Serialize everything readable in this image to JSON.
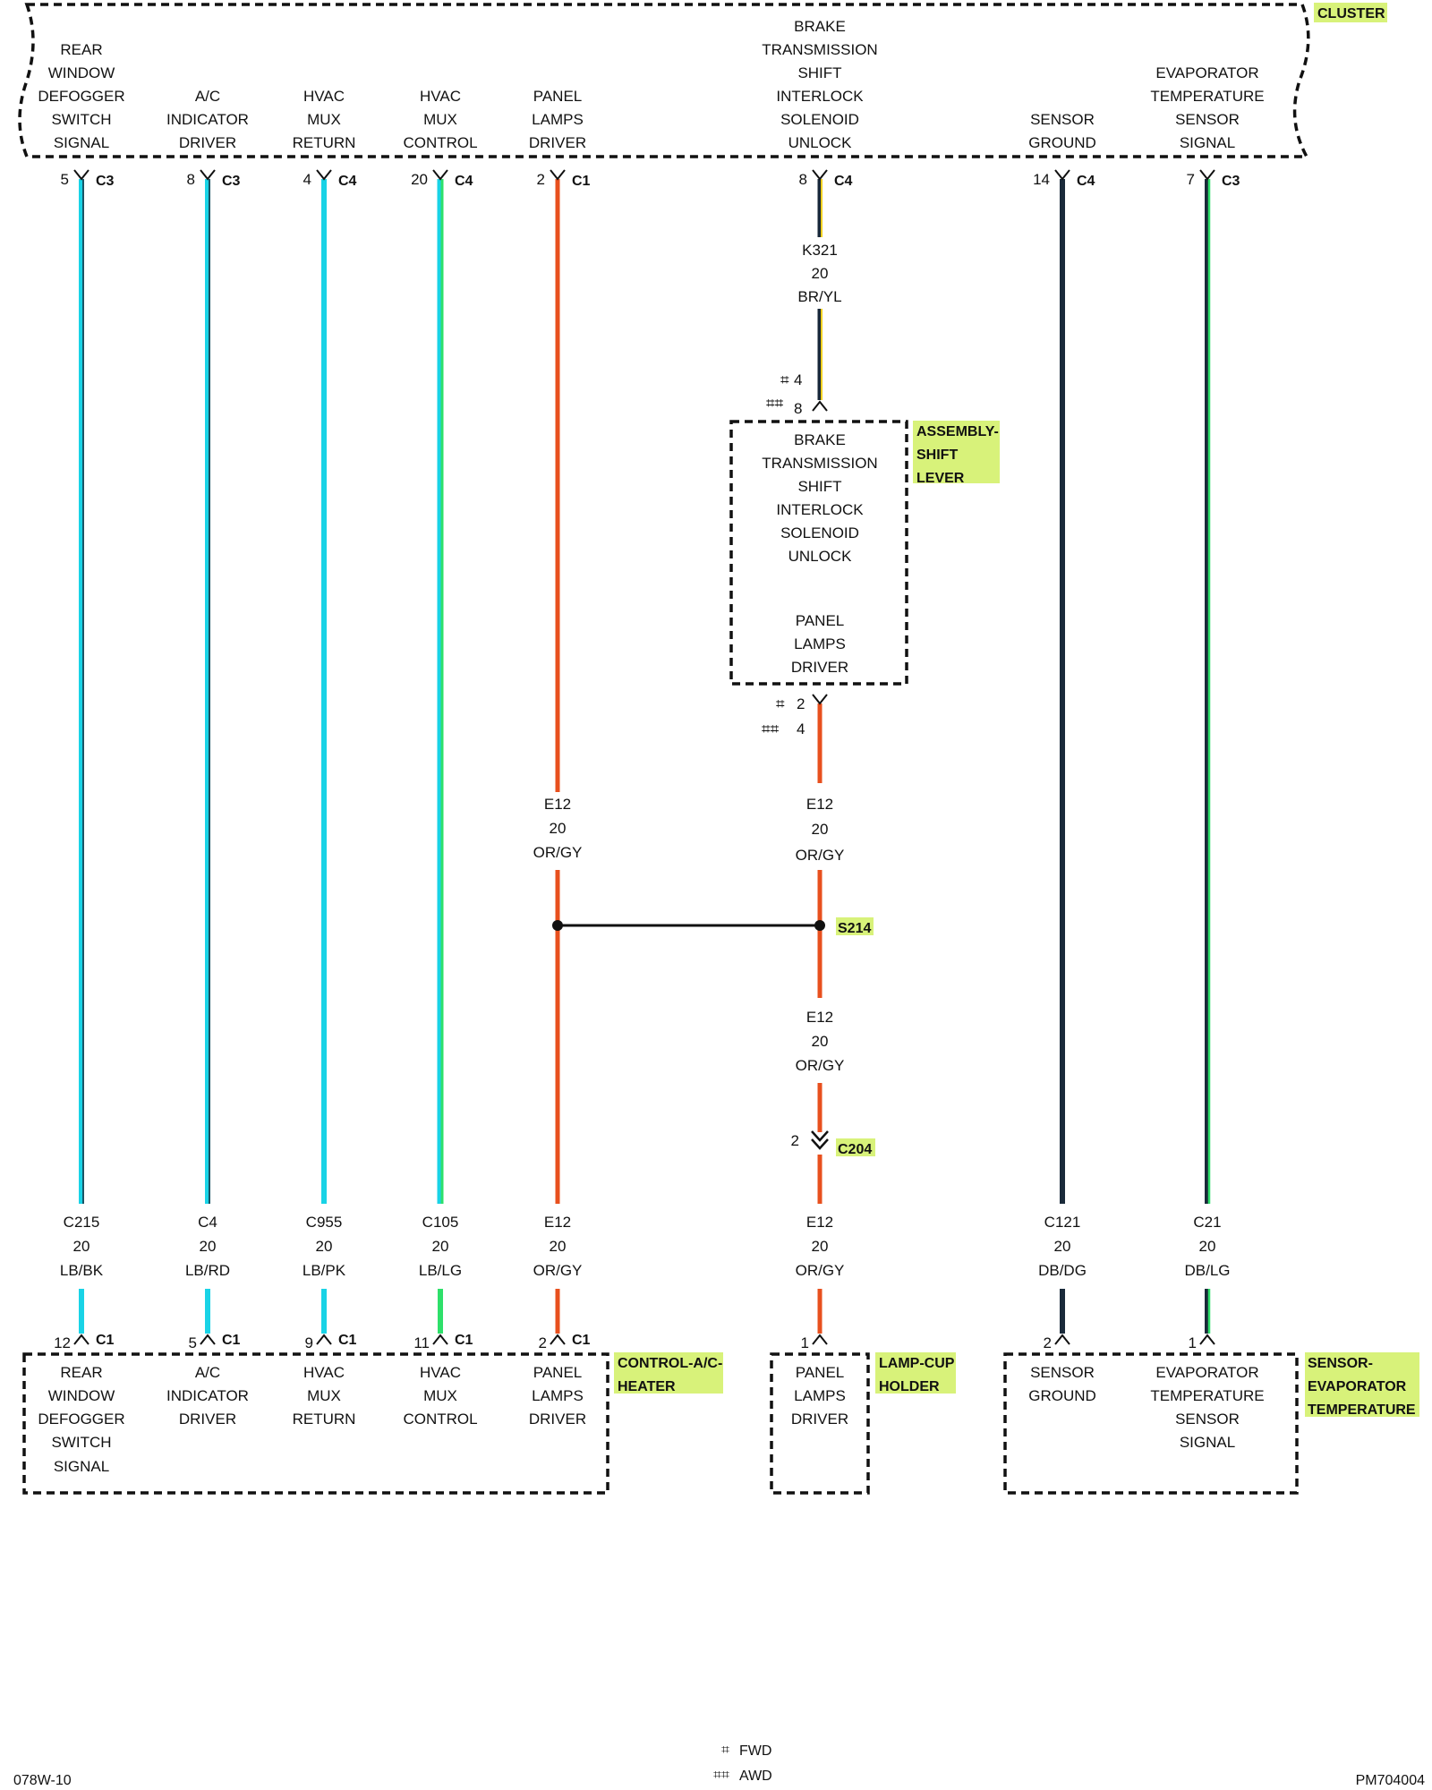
{
  "colors": {
    "wire_lb": "#19d3e6",
    "wire_lg_stripe": "#2ee06a",
    "wire_or": "#e8501e",
    "wire_yl_stripe": "#f0d020",
    "wire_dark": "#1a2a3a",
    "wire_dg_stripe": "#1f7a2e",
    "label_highlight": "#d8f27a"
  },
  "cluster": {
    "label": "CLUSTER",
    "pins": [
      {
        "lines": [
          "REAR",
          "WINDOW",
          "DEFOGGER",
          "SWITCH",
          "SIGNAL"
        ],
        "pin": "5",
        "connector": "C3"
      },
      {
        "lines": [
          "A/C",
          "INDICATOR",
          "DRIVER"
        ],
        "pin": "8",
        "connector": "C3"
      },
      {
        "lines": [
          "HVAC",
          "MUX",
          "RETURN"
        ],
        "pin": "4",
        "connector": "C4"
      },
      {
        "lines": [
          "HVAC",
          "MUX",
          "CONTROL"
        ],
        "pin": "20",
        "connector": "C4"
      },
      {
        "lines": [
          "PANEL",
          "LAMPS",
          "DRIVER"
        ],
        "pin": "2",
        "connector": "C1"
      },
      {
        "lines": [
          "BRAKE",
          "TRANSMISSION",
          "SHIFT",
          "INTERLOCK",
          "SOLENOID",
          "UNLOCK"
        ],
        "pin": "8",
        "connector": "C4"
      },
      {
        "lines": [
          "SENSOR",
          "GROUND"
        ],
        "pin": "14",
        "connector": "C4"
      },
      {
        "lines": [
          "EVAPORATOR",
          "TEMPERATURE",
          "SENSOR",
          "SIGNAL"
        ],
        "pin": "7",
        "connector": "C3"
      }
    ]
  },
  "wires": [
    {
      "circuit": "C215",
      "gauge": "20",
      "color": "LB/BK"
    },
    {
      "circuit": "C4",
      "gauge": "20",
      "color": "LB/RD"
    },
    {
      "circuit": "C955",
      "gauge": "20",
      "color": "LB/PK"
    },
    {
      "circuit": "C105",
      "gauge": "20",
      "color": "LB/LG"
    },
    {
      "circuit": "E12",
      "gauge": "20",
      "color": "OR/GY"
    },
    {
      "circuit": "E12",
      "gauge": "20",
      "color": "OR/GY"
    },
    {
      "circuit": "C121",
      "gauge": "20",
      "color": "DB/DG"
    },
    {
      "circuit": "C21",
      "gauge": "20",
      "color": "DB/LG"
    }
  ],
  "k321": {
    "circuit": "K321",
    "gauge": "20",
    "color": "BR/YL"
  },
  "e12_mid_left": {
    "circuit": "E12",
    "gauge": "20",
    "color": "OR/GY"
  },
  "e12_upper": {
    "circuit": "E12",
    "gauge": "20",
    "color": "OR/GY"
  },
  "e12_lower": {
    "circuit": "E12",
    "gauge": "20",
    "color": "OR/GY"
  },
  "assembly_shift_lever": {
    "label_lines": [
      "ASSEMBLY-",
      "SHIFT",
      "LEVER"
    ],
    "top_lines": [
      "BRAKE",
      "TRANSMISSION",
      "SHIFT",
      "INTERLOCK",
      "SOLENOID",
      "UNLOCK"
    ],
    "bottom_lines": [
      "PANEL",
      "LAMPS",
      "DRIVER"
    ],
    "pin_top_fwd": "4",
    "pin_top_awd": "8",
    "pin_bottom_fwd": "2",
    "pin_bottom_awd": "4"
  },
  "splice": {
    "label": "S214"
  },
  "inline_connector": {
    "label": "C204",
    "pin": "2"
  },
  "control_ac_heater": {
    "label_lines": [
      "CONTROL-A/C-",
      "HEATER"
    ],
    "pins": [
      {
        "lines": [
          "REAR",
          "WINDOW",
          "DEFOGGER",
          "SWITCH",
          "SIGNAL"
        ],
        "pin": "12",
        "connector": "C1"
      },
      {
        "lines": [
          "A/C",
          "INDICATOR",
          "DRIVER"
        ],
        "pin": "5",
        "connector": "C1"
      },
      {
        "lines": [
          "HVAC",
          "MUX",
          "RETURN"
        ],
        "pin": "9",
        "connector": "C1"
      },
      {
        "lines": [
          "HVAC",
          "MUX",
          "CONTROL"
        ],
        "pin": "11",
        "connector": "C1"
      },
      {
        "lines": [
          "PANEL",
          "LAMPS",
          "DRIVER"
        ],
        "pin": "2",
        "connector": "C1"
      }
    ]
  },
  "lamp_cup_holder": {
    "label_lines": [
      "LAMP-CUP",
      "HOLDER"
    ],
    "lines": [
      "PANEL",
      "LAMPS",
      "DRIVER"
    ],
    "pin": "1"
  },
  "sensor_evap": {
    "label_lines": [
      "SENSOR-",
      "EVAPORATOR",
      "TEMPERATURE"
    ],
    "pins": [
      {
        "lines": [
          "SENSOR",
          "GROUND"
        ],
        "pin": "2"
      },
      {
        "lines": [
          "EVAPORATOR",
          "TEMPERATURE",
          "SENSOR",
          "SIGNAL"
        ],
        "pin": "1"
      }
    ]
  },
  "legend": {
    "fwd_symbol": "⌗",
    "fwd_label": "FWD",
    "awd_symbol": "⌗⌗",
    "awd_label": "AWD"
  },
  "footer": {
    "left": "078W-10",
    "right": "PM704004"
  }
}
